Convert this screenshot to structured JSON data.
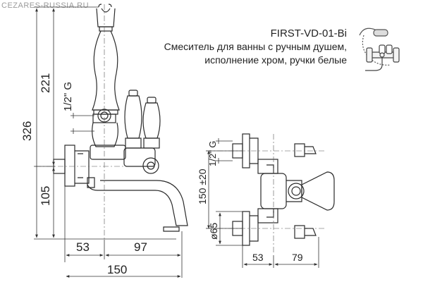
{
  "watermark": "CEZARES-RUSSIA.RU",
  "title": {
    "model": "FIRST-VD-01-Bi",
    "line1": "Смеситель для ванны с ручным душем,",
    "line2": "исполнение хром, ручки белые"
  },
  "front_view": {
    "dim_total_height": "326",
    "dim_upper_height": "221",
    "dim_lower_height": "105",
    "thread_label": "1/2\" G",
    "dim_width_left": "53",
    "dim_width_right": "97",
    "dim_width_total": "150"
  },
  "side_view": {
    "thread_label": "1/2\" G",
    "dim_center_distance": "150 ±20",
    "dim_diameter": "ø65",
    "dim_depth_left": "53",
    "dim_depth_right": "79"
  },
  "colors": {
    "line": "#2a2a2a",
    "dim": "#333333",
    "bg": "#ffffff"
  }
}
